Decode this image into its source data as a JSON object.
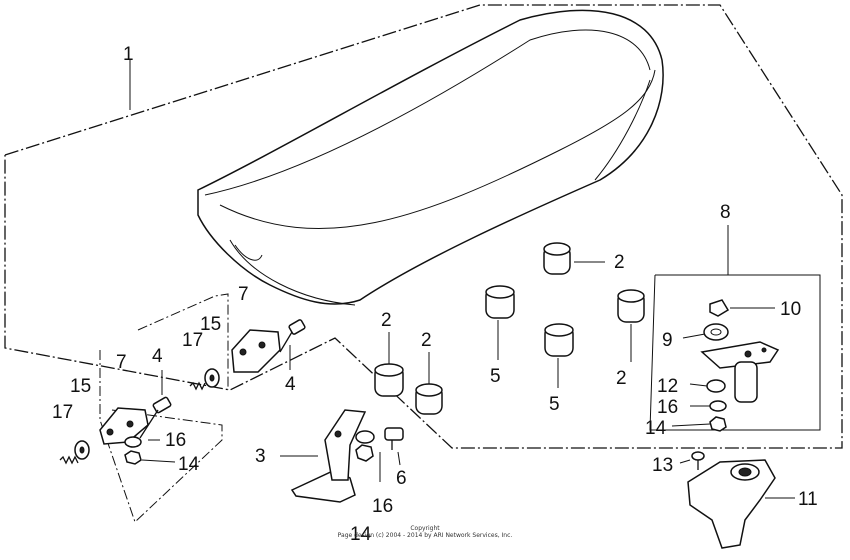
{
  "labels": {
    "l1": "1",
    "l2a": "2",
    "l2b": "2",
    "l2c": "2",
    "l2d": "2",
    "l3": "3",
    "l4a": "4",
    "l4b": "4",
    "l5a": "5",
    "l5b": "5",
    "l6": "6",
    "l7a": "7",
    "l7b": "7",
    "l8": "8",
    "l9": "9",
    "l10": "10",
    "l11": "11",
    "l12": "12",
    "l13": "13",
    "l14a": "14",
    "l14b": "14",
    "l14c": "14",
    "l15a": "15",
    "l15b": "15",
    "l16a": "16",
    "l16b": "16",
    "l16c": "16",
    "l17a": "17",
    "l17b": "17"
  },
  "copyright": {
    "line1": "Copyright",
    "line2": "Page design (c) 2004 - 2014 by ARI Network Services, Inc."
  }
}
